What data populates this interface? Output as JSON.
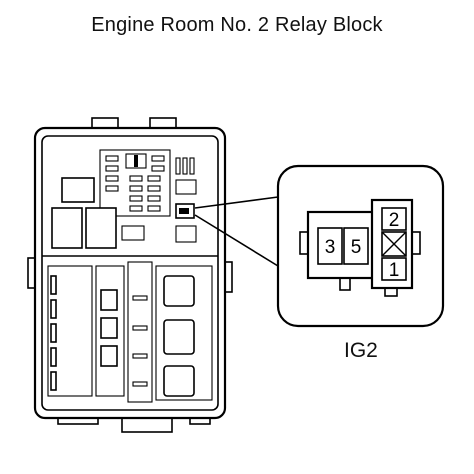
{
  "title": "Engine Room No. 2 Relay Block",
  "relay": {
    "label": "IG2",
    "terminals": [
      "3",
      "5",
      "2",
      "1"
    ]
  },
  "colors": {
    "line": "#000000",
    "background": "#ffffff"
  }
}
